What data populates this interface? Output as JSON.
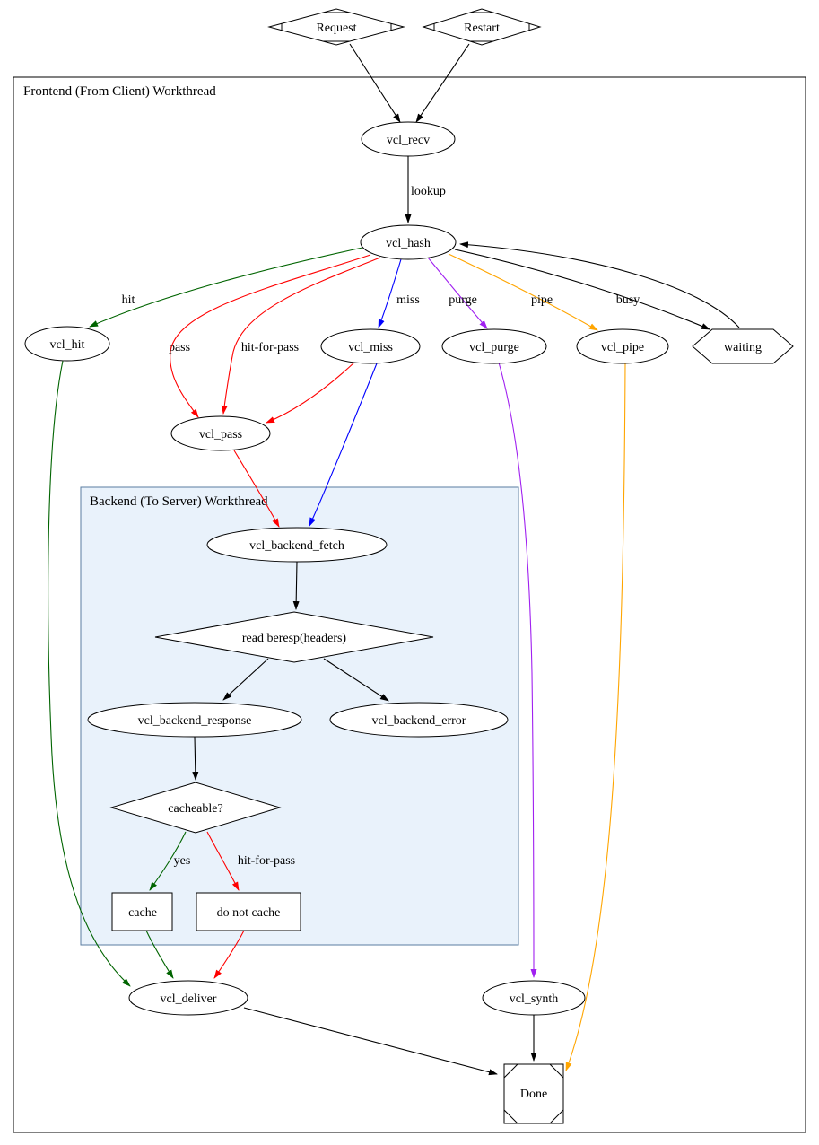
{
  "frontend_box": {
    "title": "Frontend (From Client) Workthread"
  },
  "backend_box": {
    "title": "Backend (To Server) Workthread"
  },
  "nodes": {
    "request": "Request",
    "restart": "Restart",
    "vcl_recv": "vcl_recv",
    "vcl_hash": "vcl_hash",
    "vcl_hit": "vcl_hit",
    "vcl_miss": "vcl_miss",
    "vcl_purge": "vcl_purge",
    "vcl_pipe": "vcl_pipe",
    "waiting": "waiting",
    "vcl_pass": "vcl_pass",
    "vcl_backend_fetch": "vcl_backend_fetch",
    "read_beresp": "read beresp(headers)",
    "vcl_backend_response": "vcl_backend_response",
    "vcl_backend_error": "vcl_backend_error",
    "cacheable": "cacheable?",
    "cache": "cache",
    "do_not_cache": "do not cache",
    "vcl_deliver": "vcl_deliver",
    "vcl_synth": "vcl_synth",
    "done": "Done"
  },
  "edges": [
    {
      "from": "Request",
      "to": "vcl_recv",
      "color": "#000000"
    },
    {
      "from": "Restart",
      "to": "vcl_recv",
      "color": "#000000"
    },
    {
      "from": "vcl_recv",
      "to": "vcl_hash",
      "label": "lookup",
      "color": "#000000"
    },
    {
      "from": "vcl_hash",
      "to": "vcl_hit",
      "label": "hit",
      "color": "#006400"
    },
    {
      "from": "vcl_hash",
      "to": "vcl_pass",
      "label": "pass",
      "color": "#ff0000"
    },
    {
      "from": "vcl_hash",
      "to": "vcl_pass",
      "label": "hit-for-pass",
      "color": "#ff0000"
    },
    {
      "from": "vcl_hash",
      "to": "vcl_miss",
      "label": "miss",
      "color": "#0000ff"
    },
    {
      "from": "vcl_hash",
      "to": "vcl_purge",
      "label": "purge",
      "color": "#a020f0"
    },
    {
      "from": "vcl_hash",
      "to": "vcl_pipe",
      "label": "pipe",
      "color": "#ffa500"
    },
    {
      "from": "vcl_hash",
      "to": "waiting",
      "label": "busy",
      "color": "#000000"
    },
    {
      "from": "waiting",
      "to": "vcl_hash",
      "color": "#000000"
    },
    {
      "from": "vcl_miss",
      "to": "vcl_pass",
      "color": "#ff0000"
    },
    {
      "from": "vcl_miss",
      "to": "vcl_backend_fetch",
      "color": "#0000ff"
    },
    {
      "from": "vcl_pass",
      "to": "vcl_backend_fetch",
      "color": "#ff0000"
    },
    {
      "from": "vcl_backend_fetch",
      "to": "read beresp(headers)",
      "color": "#000000"
    },
    {
      "from": "read beresp(headers)",
      "to": "vcl_backend_response",
      "color": "#000000"
    },
    {
      "from": "read beresp(headers)",
      "to": "vcl_backend_error",
      "color": "#000000"
    },
    {
      "from": "vcl_backend_response",
      "to": "cacheable?",
      "color": "#000000"
    },
    {
      "from": "cacheable?",
      "to": "cache",
      "label": "yes",
      "color": "#006400"
    },
    {
      "from": "cacheable?",
      "to": "do not cache",
      "label": "hit-for-pass",
      "color": "#ff0000"
    },
    {
      "from": "cache",
      "to": "vcl_deliver",
      "color": "#006400"
    },
    {
      "from": "do not cache",
      "to": "vcl_deliver",
      "color": "#ff0000"
    },
    {
      "from": "vcl_hit",
      "to": "vcl_deliver",
      "color": "#006400"
    },
    {
      "from": "vcl_deliver",
      "to": "Done",
      "color": "#000000"
    },
    {
      "from": "vcl_purge",
      "to": "vcl_synth",
      "color": "#a020f0"
    },
    {
      "from": "vcl_synth",
      "to": "Done",
      "color": "#000000"
    },
    {
      "from": "vcl_pipe",
      "to": "Done",
      "color": "#ffa500"
    }
  ],
  "colors": {
    "black": "#000000",
    "dark_green": "#006400",
    "red": "#ff0000",
    "blue": "#0000ff",
    "purple": "#a020f0",
    "orange": "#ffa500",
    "node_fill": "#ffffff",
    "node_border": "#000000",
    "backend_fill": "#e9f2fb",
    "backend_border": "#5a7ca0",
    "text": "#000000"
  }
}
